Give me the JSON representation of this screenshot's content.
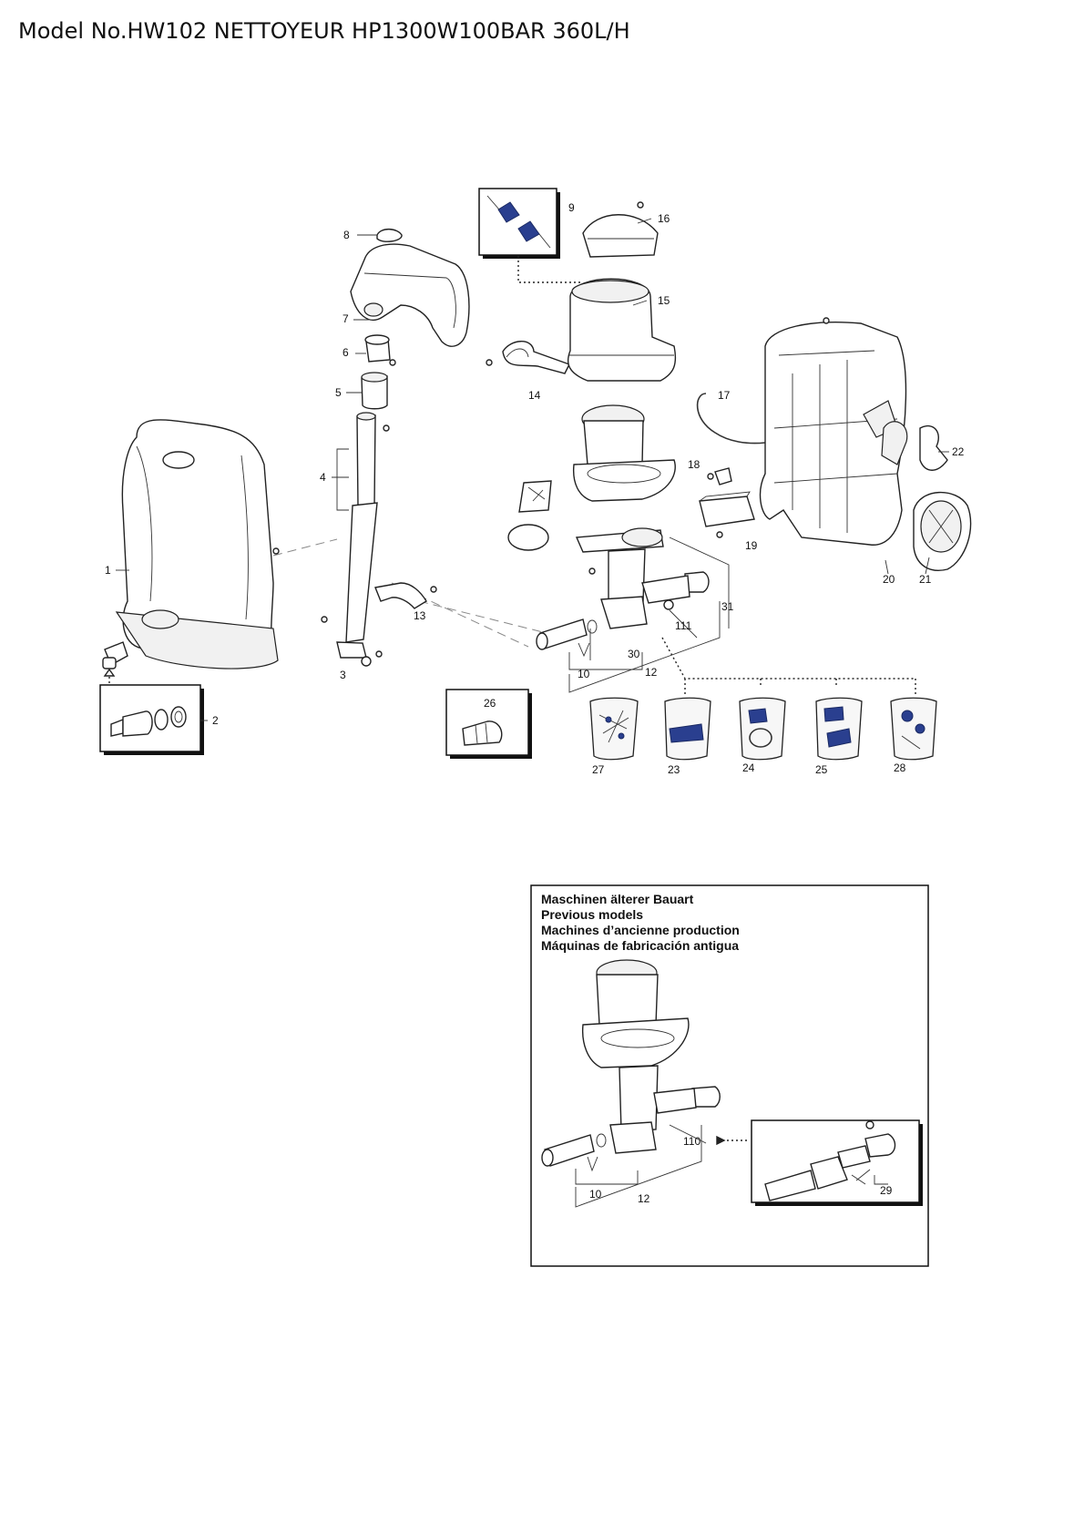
{
  "header": {
    "title": "Model No.HW102 NETTOYEUR HP1300W100BAR 360L/H"
  },
  "parts": [
    "1",
    "2",
    "3",
    "4",
    "5",
    "6",
    "7",
    "8",
    "9",
    "10",
    "12",
    "13",
    "14",
    "15",
    "16",
    "17",
    "18",
    "19",
    "20",
    "21",
    "22",
    "23",
    "24",
    "25",
    "26",
    "27",
    "28",
    "30",
    "31",
    "111"
  ],
  "previous_models": {
    "headings": [
      "Maschinen älterer Bauart",
      "Previous models",
      "Machines d’ancienne production",
      "Máquinas de fabricación antigua"
    ],
    "parts": [
      "10",
      "12",
      "110",
      "29"
    ]
  }
}
